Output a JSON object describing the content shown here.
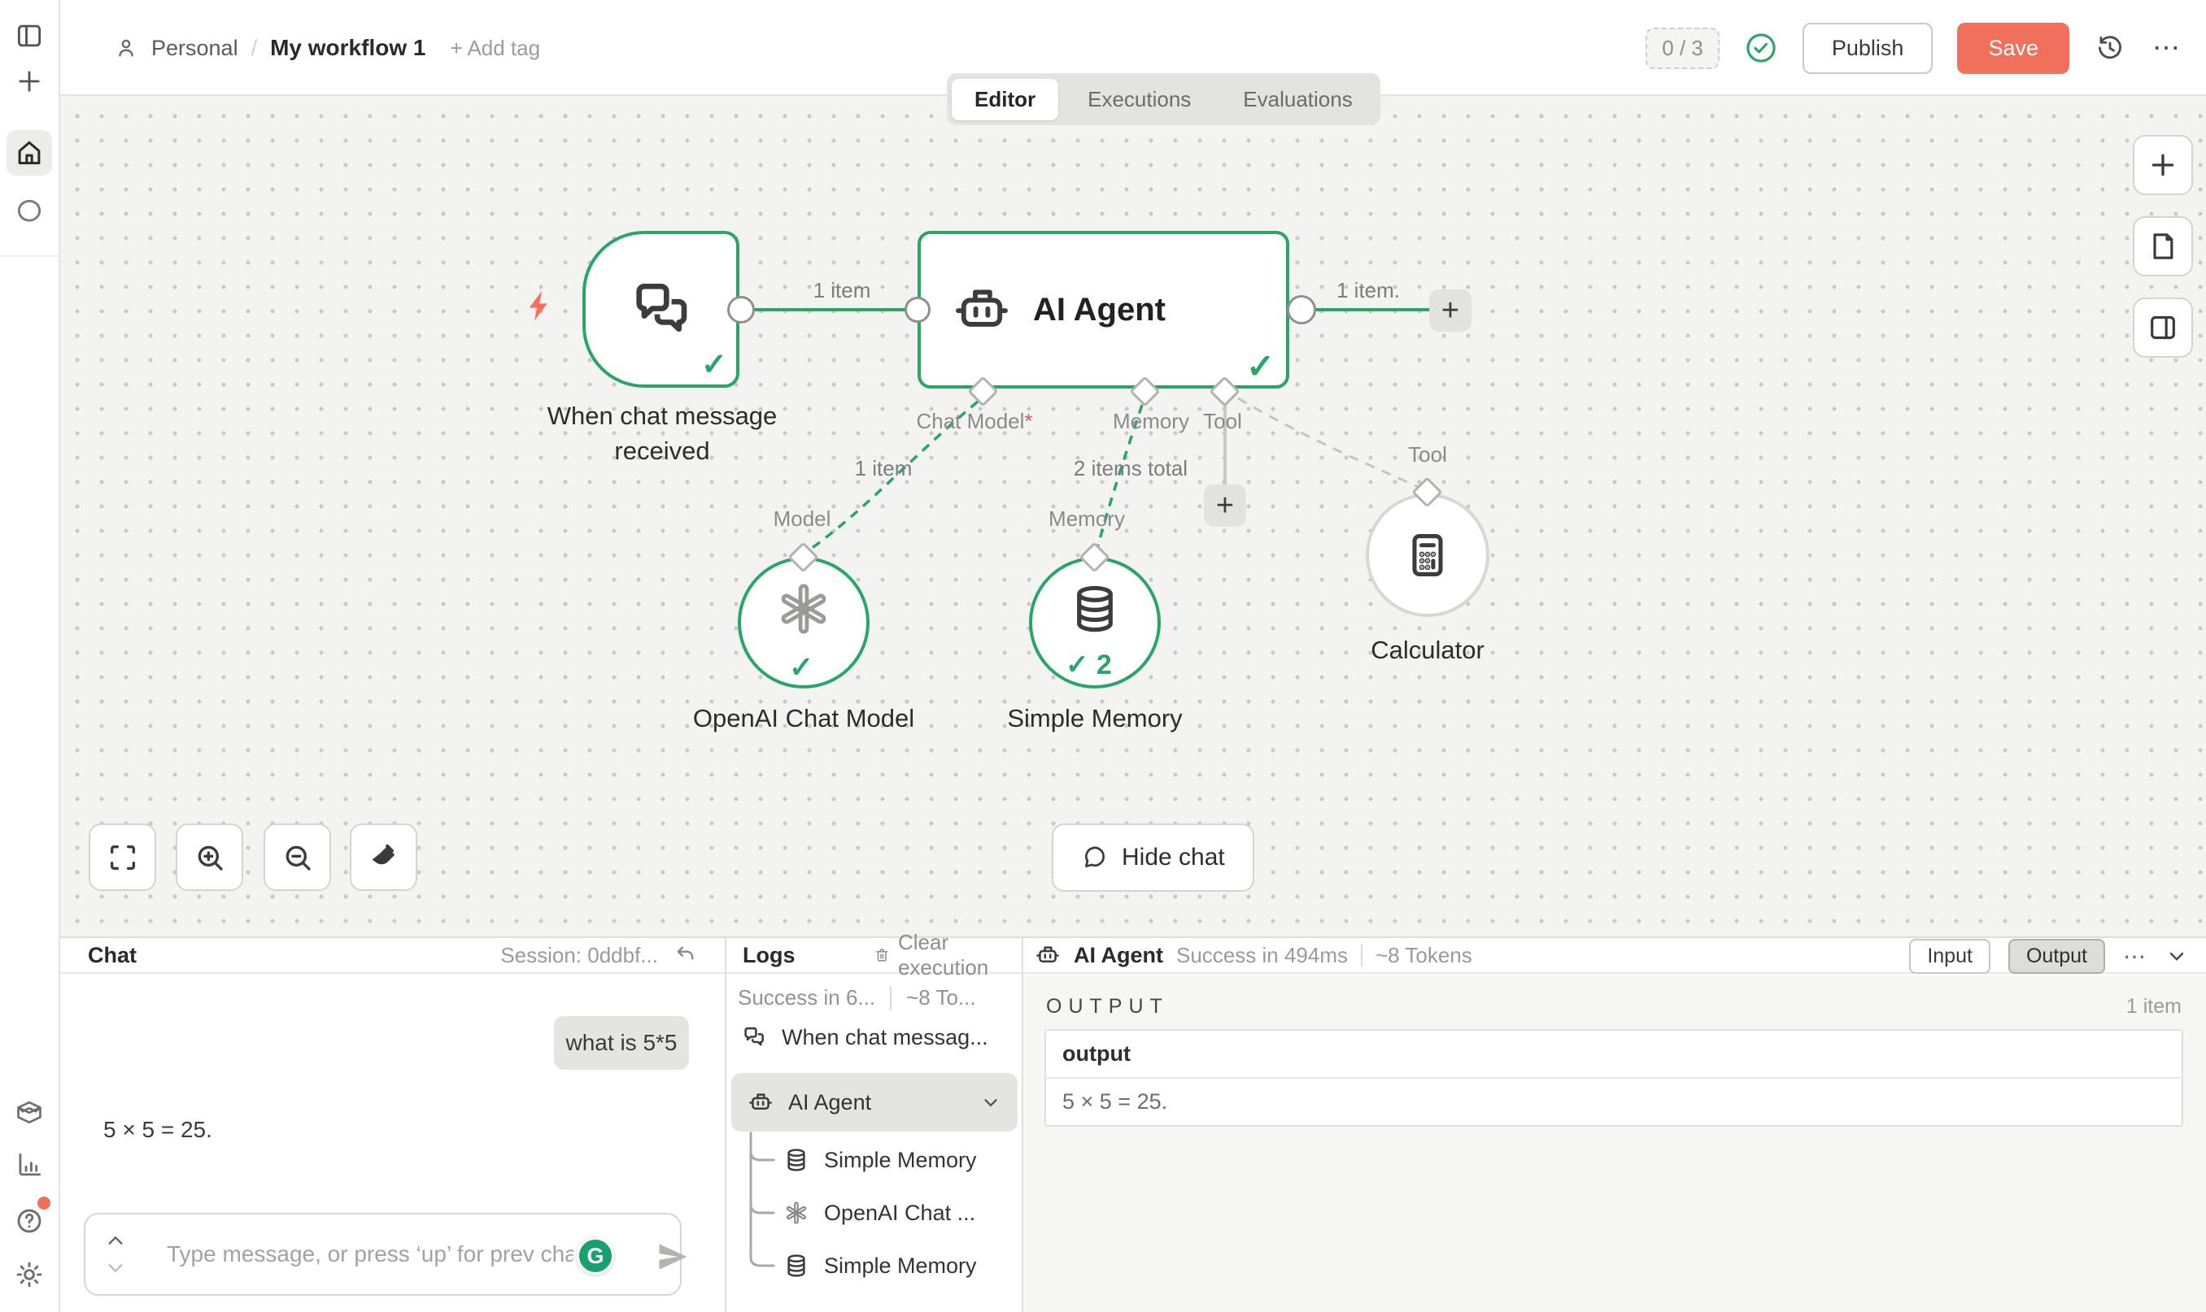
{
  "glyphs": {
    "plus": "+",
    "ellipsis": "⋯",
    "check": "✓",
    "memory_check": "✓ 2",
    "grammarly": "G",
    "star": "*",
    "crumb_sep": "/"
  },
  "topbar": {
    "project": "Personal",
    "workflow_name": "My workflow 1",
    "add_tag": "+ Add tag",
    "counter": "0 / 3",
    "publish": "Publish",
    "save": "Save"
  },
  "tabs": {
    "editor": "Editor",
    "executions": "Executions",
    "evaluations": "Evaluations"
  },
  "canvas": {
    "trigger_label_1": "When chat message",
    "trigger_label_2": "received",
    "agent_title": "AI Agent",
    "wire_trigger_agent": "1 item",
    "wire_agent_out": "1 item.",
    "wire_model": "1 item",
    "wire_memory": "2 items total",
    "port_chat_model": "Chat Model",
    "port_memory": "Memory",
    "port_tool": "Tool",
    "sub_model": "Model",
    "sub_memory": "Memory",
    "sub_tool": "Tool",
    "node_openai": "OpenAI Chat Model",
    "node_memory": "Simple Memory",
    "node_calculator": "Calculator",
    "hide_chat": "Hide chat"
  },
  "chat": {
    "title": "Chat",
    "session": "Session: 0ddbf...",
    "user_message": "what is 5*5",
    "bot_message": "5 × 5 = 25.",
    "input_placeholder": "Type message, or press ‘up’ for prev cha"
  },
  "logs": {
    "title": "Logs",
    "clear": "Clear execution",
    "summary_status": "Success in 6...",
    "summary_tokens": "~8 To...",
    "items": [
      {
        "label": "When chat messag..."
      },
      {
        "label": "AI Agent"
      },
      {
        "label": "Simple Memory"
      },
      {
        "label": "OpenAI Chat ..."
      },
      {
        "label": "Simple Memory"
      }
    ]
  },
  "details": {
    "node_title": "AI Agent",
    "status": "Success in 494ms",
    "tokens": "~8 Tokens",
    "input_btn": "Input",
    "output_btn": "Output",
    "section": "OUTPUT",
    "items_count": "1 item",
    "col_header": "output",
    "cell_value": "5 × 5 = 25."
  }
}
